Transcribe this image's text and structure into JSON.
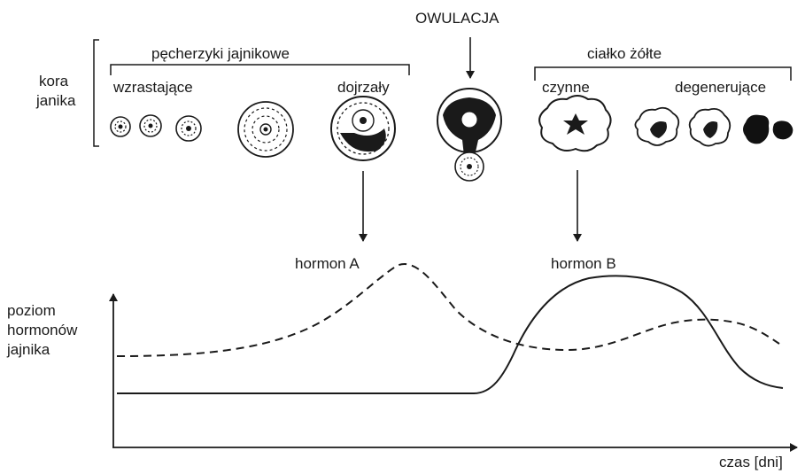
{
  "labels": {
    "ovulation": "OWULACJA",
    "ovary_cortex_line1": "kora",
    "ovary_cortex_line2": "janika",
    "follicles": "pęcherzyki jajnikowe",
    "growing": "wzrastające",
    "mature": "dojrzały",
    "corpus_luteum": "ciałko żółte",
    "active": "czynne",
    "degenerating": "degenerujące",
    "hormone_a": "hormon A",
    "hormone_b": "hormon B",
    "y_axis_line1": "poziom",
    "y_axis_line2": "hormonów",
    "y_axis_line3": "jajnika",
    "x_axis": "czas [dni]"
  },
  "colors": {
    "ink": "#1a1a1a",
    "fill_dark": "#111111",
    "fill_light": "#ffffff"
  },
  "chart_data": {
    "type": "line",
    "xlabel": "czas [dni]",
    "ylabel": "poziom hormonów jajnika",
    "series": [
      {
        "name": "hormon A",
        "style": "dashed"
      },
      {
        "name": "hormon B",
        "style": "solid"
      }
    ]
  }
}
